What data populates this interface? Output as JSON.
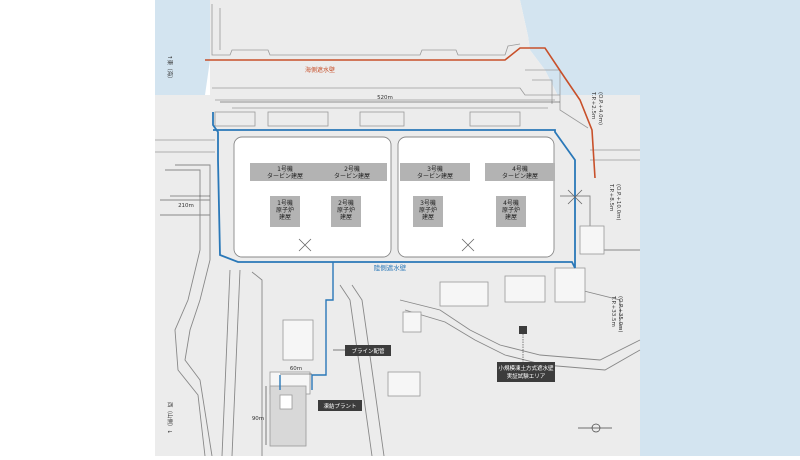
{
  "colors": {
    "sea": "#d3e4f0",
    "land": "#ececec",
    "sea_wall": "#c8502a",
    "land_wall": "#2a78b8",
    "building": "#b3b3b3",
    "label_box": "#3c3c3c"
  },
  "walls": {
    "sea_side": "海側遮水壁",
    "land_side": "陸側遮水壁"
  },
  "dimensions": {
    "d520": "520m",
    "d210": "210m",
    "d60": "60m",
    "d90": "90m"
  },
  "heights": {
    "tp25": "T.P.+2.5m",
    "op40": "(O.P.+4.0m)",
    "tp85": "T.P.+8.5m",
    "op100": "(O.P.+10.0m)",
    "tp335": "T.P.+33.5m",
    "op350": "(O.P.+35.0m)"
  },
  "turbine_buildings": [
    {
      "unit": "1号機",
      "name": "タービン建屋"
    },
    {
      "unit": "2号機",
      "name": "タービン建屋"
    },
    {
      "unit": "3号機",
      "name": "タービン建屋"
    },
    {
      "unit": "4号機",
      "name": "タービン建屋"
    }
  ],
  "reactor_buildings": [
    {
      "unit": "1号機",
      "name1": "原子炉",
      "name2": "建屋"
    },
    {
      "unit": "2号機",
      "name1": "原子炉",
      "name2": "建屋"
    },
    {
      "unit": "3号機",
      "name1": "原子炉",
      "name2": "建屋"
    },
    {
      "unit": "4号機",
      "name1": "原子炉",
      "name2": "建屋"
    }
  ],
  "callouts": {
    "brine": "ブライン配管",
    "freezer": "凍結プラント",
    "test_line1": "小規模凍土方式遮水壁",
    "test_line2": "実証試験エリア"
  },
  "directions": {
    "east": "↑東（海）",
    "west": "西（山側）↓"
  }
}
